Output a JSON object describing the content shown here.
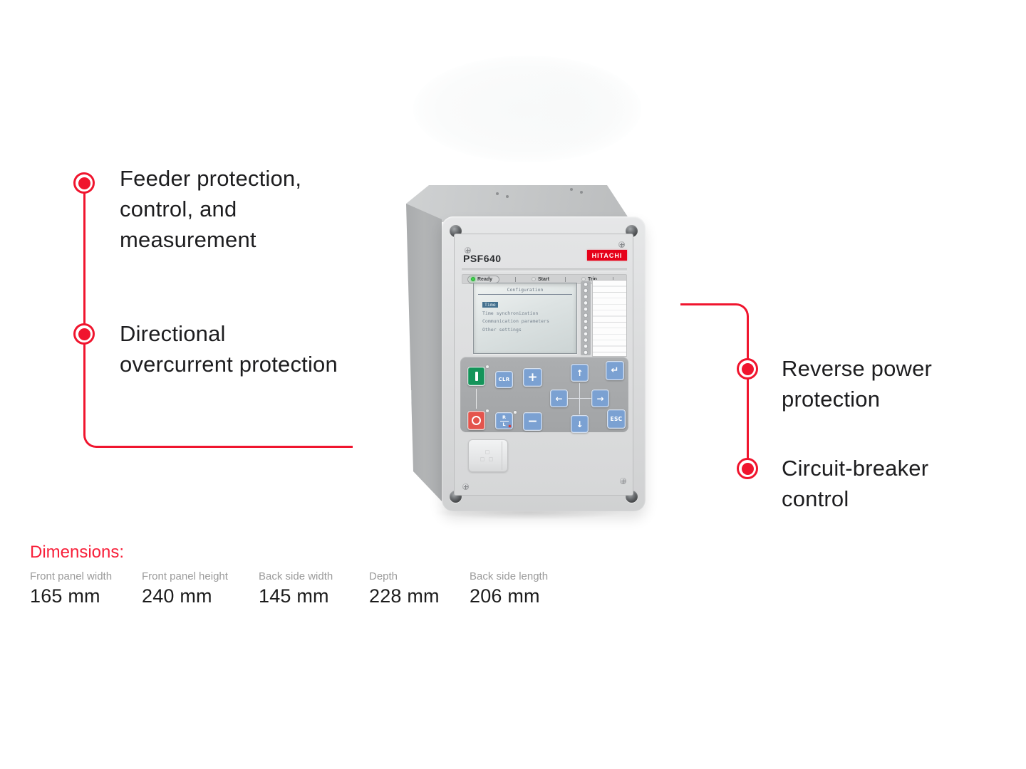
{
  "colors": {
    "accent": "#f0152e",
    "brand_red": "#e60119",
    "led_green": "#3ed24b",
    "key_blue": "#7ba1d2",
    "key_green": "#14945a",
    "key_red": "#e4544c"
  },
  "features": {
    "left": [
      {
        "line1": "Feeder protection,",
        "line2": "control, and",
        "line3": "measurement"
      },
      {
        "line1": "Directional",
        "line2": "overcurrent protection"
      }
    ],
    "right": [
      {
        "line1": "Reverse power",
        "line2": "protection"
      },
      {
        "line1": "Circuit-breaker",
        "line2": "control"
      }
    ]
  },
  "device": {
    "model": "PSF640",
    "brand": "HITACHI",
    "status_leds": [
      {
        "label": "Ready",
        "state": "on"
      },
      {
        "label": "Start",
        "state": "off"
      },
      {
        "label": "Trip",
        "state": "off"
      }
    ],
    "screen": {
      "title": "Configuration",
      "menu": [
        "Time",
        "Time synchronization",
        "Communication parameters",
        "Other settings"
      ],
      "selected": "Time"
    },
    "keypad": {
      "on": "I",
      "off": "O",
      "clear": "CLR",
      "remote": "R",
      "local": "L",
      "plus": "+",
      "minus": "−",
      "up": "↑",
      "down": "↓",
      "left": "←",
      "right": "→",
      "enter": "↵",
      "escape": "ESC"
    }
  },
  "dimensions": {
    "heading": "Dimensions:",
    "items": [
      {
        "label": "Front panel width",
        "value": "165 mm"
      },
      {
        "label": "Front panel height",
        "value": "240 mm"
      },
      {
        "label": "Back side width",
        "value": "145 mm"
      },
      {
        "label": "Depth",
        "value": "228 mm"
      },
      {
        "label": "Back side length",
        "value": "206 mm"
      }
    ]
  }
}
